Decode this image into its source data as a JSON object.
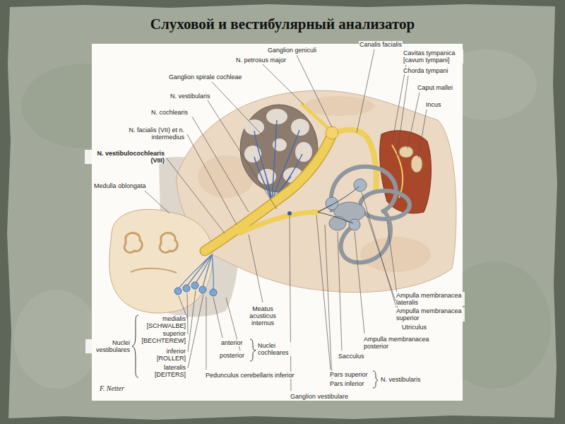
{
  "diagram": {
    "title": "Слуховой и вестибулярный анализатор",
    "labels": [
      "Ganglion geniculi",
      "Canalis facialis",
      "Cavitas tympanica [cavum tympani]",
      "N. petrosus major",
      "Chorda tympani",
      "Ganglion spirale cochleae",
      "Caput mallei",
      "Incus",
      "N. vestibularis",
      "N. cochlearis",
      "N. facialis (VII) et n. intermedius",
      "N. vestibulocochlearis (VIII)",
      "Medulla oblongata",
      "Nuclei vestibulares",
      "medialis [SCHWALBE]",
      "superior [BECHTEREW]",
      "inferior [ROLLER]",
      "lateralis [DEITERS]",
      "Meatus acusticus internus",
      "anterior",
      "posterior",
      "Nuclei cochleares",
      "Pedunculus cerebellaris inferior",
      "Ganglion vestibulare",
      "Pars superior",
      "Pars inferior",
      "N. vestibularis",
      "Sacculus",
      "Ampulla membranacea posterior",
      "Utriculus",
      "Ampulla membranacea superior",
      "Ampulla membranacea lateralis",
      "F. Netter"
    ]
  }
}
